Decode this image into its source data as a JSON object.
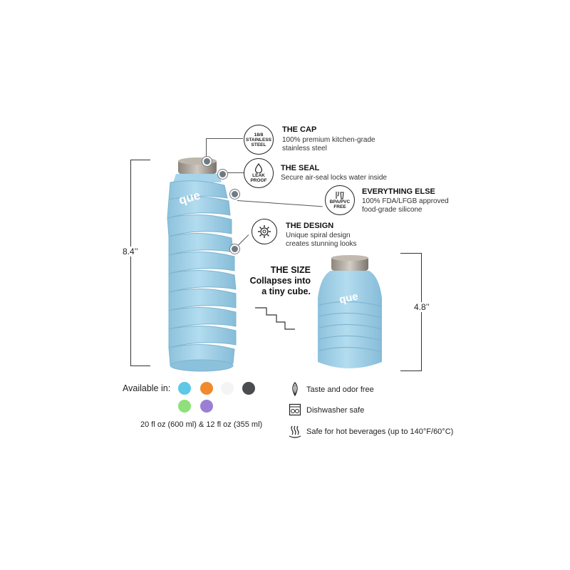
{
  "dimensions": {
    "tall": "8.4’’",
    "short": "4.8’’"
  },
  "brand": "que",
  "features": [
    {
      "badge": [
        "18/8",
        "STAINLESS",
        "STEEL"
      ],
      "title": "THE CAP",
      "desc": [
        "100% premium kitchen-grade",
        "stainless steel"
      ]
    },
    {
      "badge": [
        "LEAK",
        "PROOF"
      ],
      "title": "THE SEAL",
      "desc": [
        "Secure air-seal locks water inside"
      ]
    },
    {
      "badge": [
        "BPA/PVC",
        "FREE"
      ],
      "title": "EVERYTHING ELSE",
      "desc": [
        "100% FDA/LFGB approved",
        "food-grade silicone"
      ]
    },
    {
      "badge": [],
      "title": "THE DESIGN",
      "desc": [
        "Unique spiral design",
        "creates stunning looks"
      ]
    }
  ],
  "size_callout": {
    "title": "THE SIZE",
    "line1": "Collapses into",
    "line2": "a tiny cube."
  },
  "available": {
    "label": "Available in:",
    "colors": [
      "#5ec8e6",
      "#f08a2e",
      "#f2f2f2",
      "#4a4d50",
      "#8fe07a",
      "#9b7fd4"
    ],
    "sizes": "20 fl oz (600 ml) & 12 fl oz (355 ml)"
  },
  "benefits": [
    {
      "icon": "leaf-icon",
      "text": "Taste and odor free"
    },
    {
      "icon": "dishwasher-icon",
      "text": "Dishwasher safe"
    },
    {
      "icon": "steam-icon",
      "text": "Safe for hot beverages (up to 140°F/60°C)"
    }
  ],
  "colors": {
    "bottle": "#9fd0e8",
    "bottle_dark": "#7fb7d3",
    "cap": "#a69f96",
    "accent_line": "#333333"
  }
}
